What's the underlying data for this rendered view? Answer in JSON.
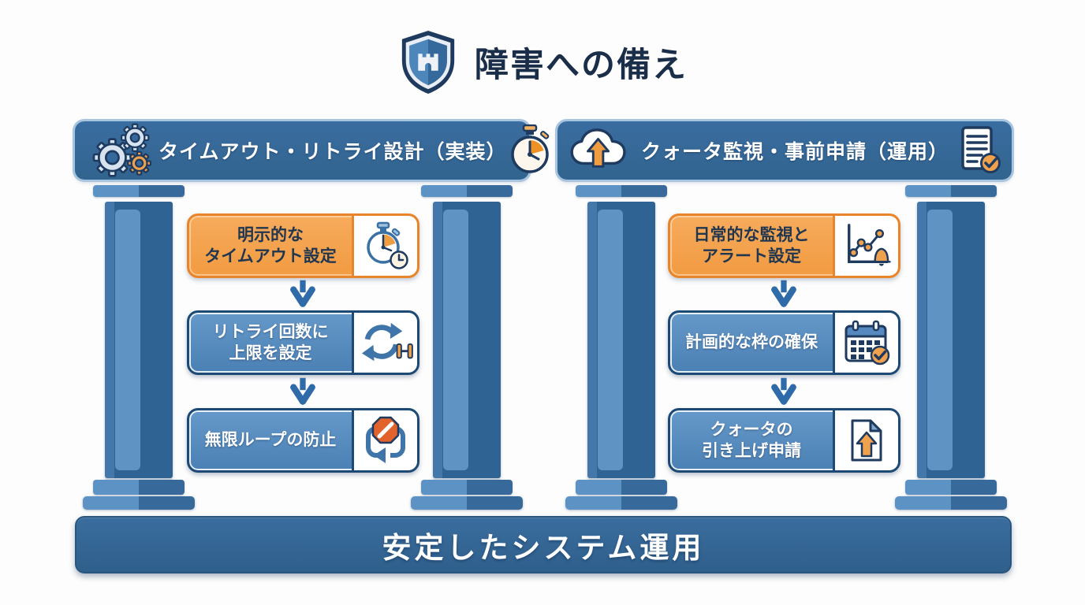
{
  "palette": {
    "navy": "#1e3a5f",
    "header_blue": "#35689b",
    "box_blue": "#5589bf",
    "box_blue_border": "#1c4a74",
    "orange": "#f2a04e",
    "orange_border": "#e8852a",
    "stop_red_orange": "#e2622b",
    "pillar_light": "#5d92c5",
    "pillar_dark": "#2e6394",
    "background": "#ffffff"
  },
  "title": {
    "text": "障害への備え",
    "icon": "shield-castle-icon"
  },
  "columns": [
    {
      "header": {
        "label": "タイムアウト・リトライ設計（実装）",
        "left_icon": "gears-icon",
        "right_icon": "stopwatch-icon"
      },
      "steps": [
        {
          "label": "明示的な\nタイムアウト設定",
          "variant": "orange",
          "icon": "timeout-stopwatch-icon"
        },
        {
          "label": "リトライ回数に\n上限を設定",
          "variant": "blue",
          "icon": "retry-limit-icon"
        },
        {
          "label": "無限ループの防止",
          "variant": "blue",
          "icon": "stop-loop-icon"
        }
      ]
    },
    {
      "header": {
        "label": "クォータ監視・事前申請（運用）",
        "left_icon": "cloud-upload-icon",
        "right_icon": "document-check-icon"
      },
      "steps": [
        {
          "label": "日常的な監視と\nアラート設定",
          "variant": "orange",
          "icon": "monitoring-alert-icon"
        },
        {
          "label": "計画的な枠の確保",
          "variant": "blue",
          "icon": "calendar-check-icon"
        },
        {
          "label": "クォータの\n引き上げ申請",
          "variant": "blue",
          "icon": "quota-increase-icon"
        }
      ]
    }
  ],
  "footer": {
    "label": "安定したシステム運用"
  }
}
